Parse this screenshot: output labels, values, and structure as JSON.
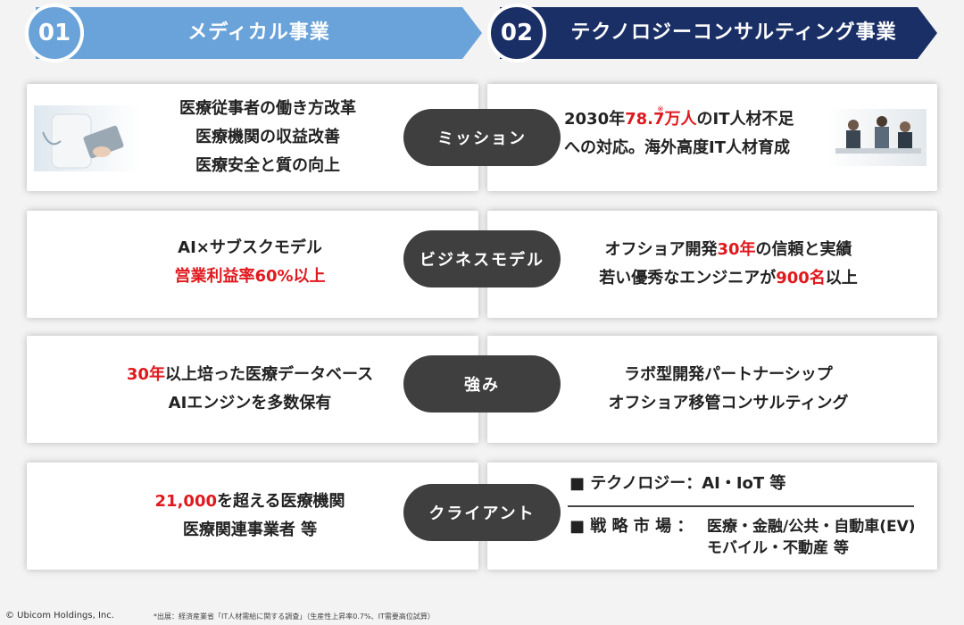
{
  "headers": [
    {
      "num": "01",
      "title": "メディカル事業"
    },
    {
      "num": "02",
      "title": "テクノロジーコンサルティング事業"
    }
  ],
  "rows": [
    {
      "label": "ミッション",
      "left_lines": [
        "医療従事者の働き方改革",
        "医療機関の収益改善",
        "医療安全と質の向上"
      ],
      "right_line1_pre": "2030年",
      "right_line1_red": "78.7万人",
      "right_line1_mark": "※",
      "right_line1_post": "のIT人材不足",
      "right_line2": "への対応。海外高度IT人材育成"
    },
    {
      "label": "ビジネスモデル",
      "left_line1": "AI×サブスクモデル",
      "left_line2_red": "営業利益率60%以上",
      "right_line1_pre": "オフショア開発",
      "right_line1_red": "30年",
      "right_line1_post": "の信頼と実績",
      "right_line2_pre": "若い優秀なエンジニアが",
      "right_line2_red": "900名",
      "right_line2_post": "以上"
    },
    {
      "label": "強み",
      "left_line1_red": "30年",
      "left_line1_post": "以上培った医療データベース",
      "left_line2": "AIエンジンを多数保有",
      "right_lines": [
        "ラボ型開発パートナーシップ",
        "オフショア移管コンサルティング"
      ]
    },
    {
      "label": "クライアント",
      "left_line1_red": "21,000",
      "left_line1_post": "を超える医療機関",
      "left_line2": "医療関連事業者 等",
      "right_tech": "■ テクノロジー：AI・IoT 等",
      "right_market_label": "■ 戦 略 市 場 ：",
      "right_market_1": "医療・金融/公共・自動車(EV)",
      "right_market_2": "モバイル・不動産 等"
    }
  ],
  "footer": {
    "copyright": "© Ubicom Holdings, Inc.",
    "note": "*出展：経済産業省「IT人材需給に関する調査」（生産性上昇率0.7%、IT需要高位試算）"
  },
  "colors": {
    "header1": "#6aa3d9",
    "header2": "#1a2f66",
    "pill": "#3f3f3f",
    "accent_red": "#e0191e"
  }
}
